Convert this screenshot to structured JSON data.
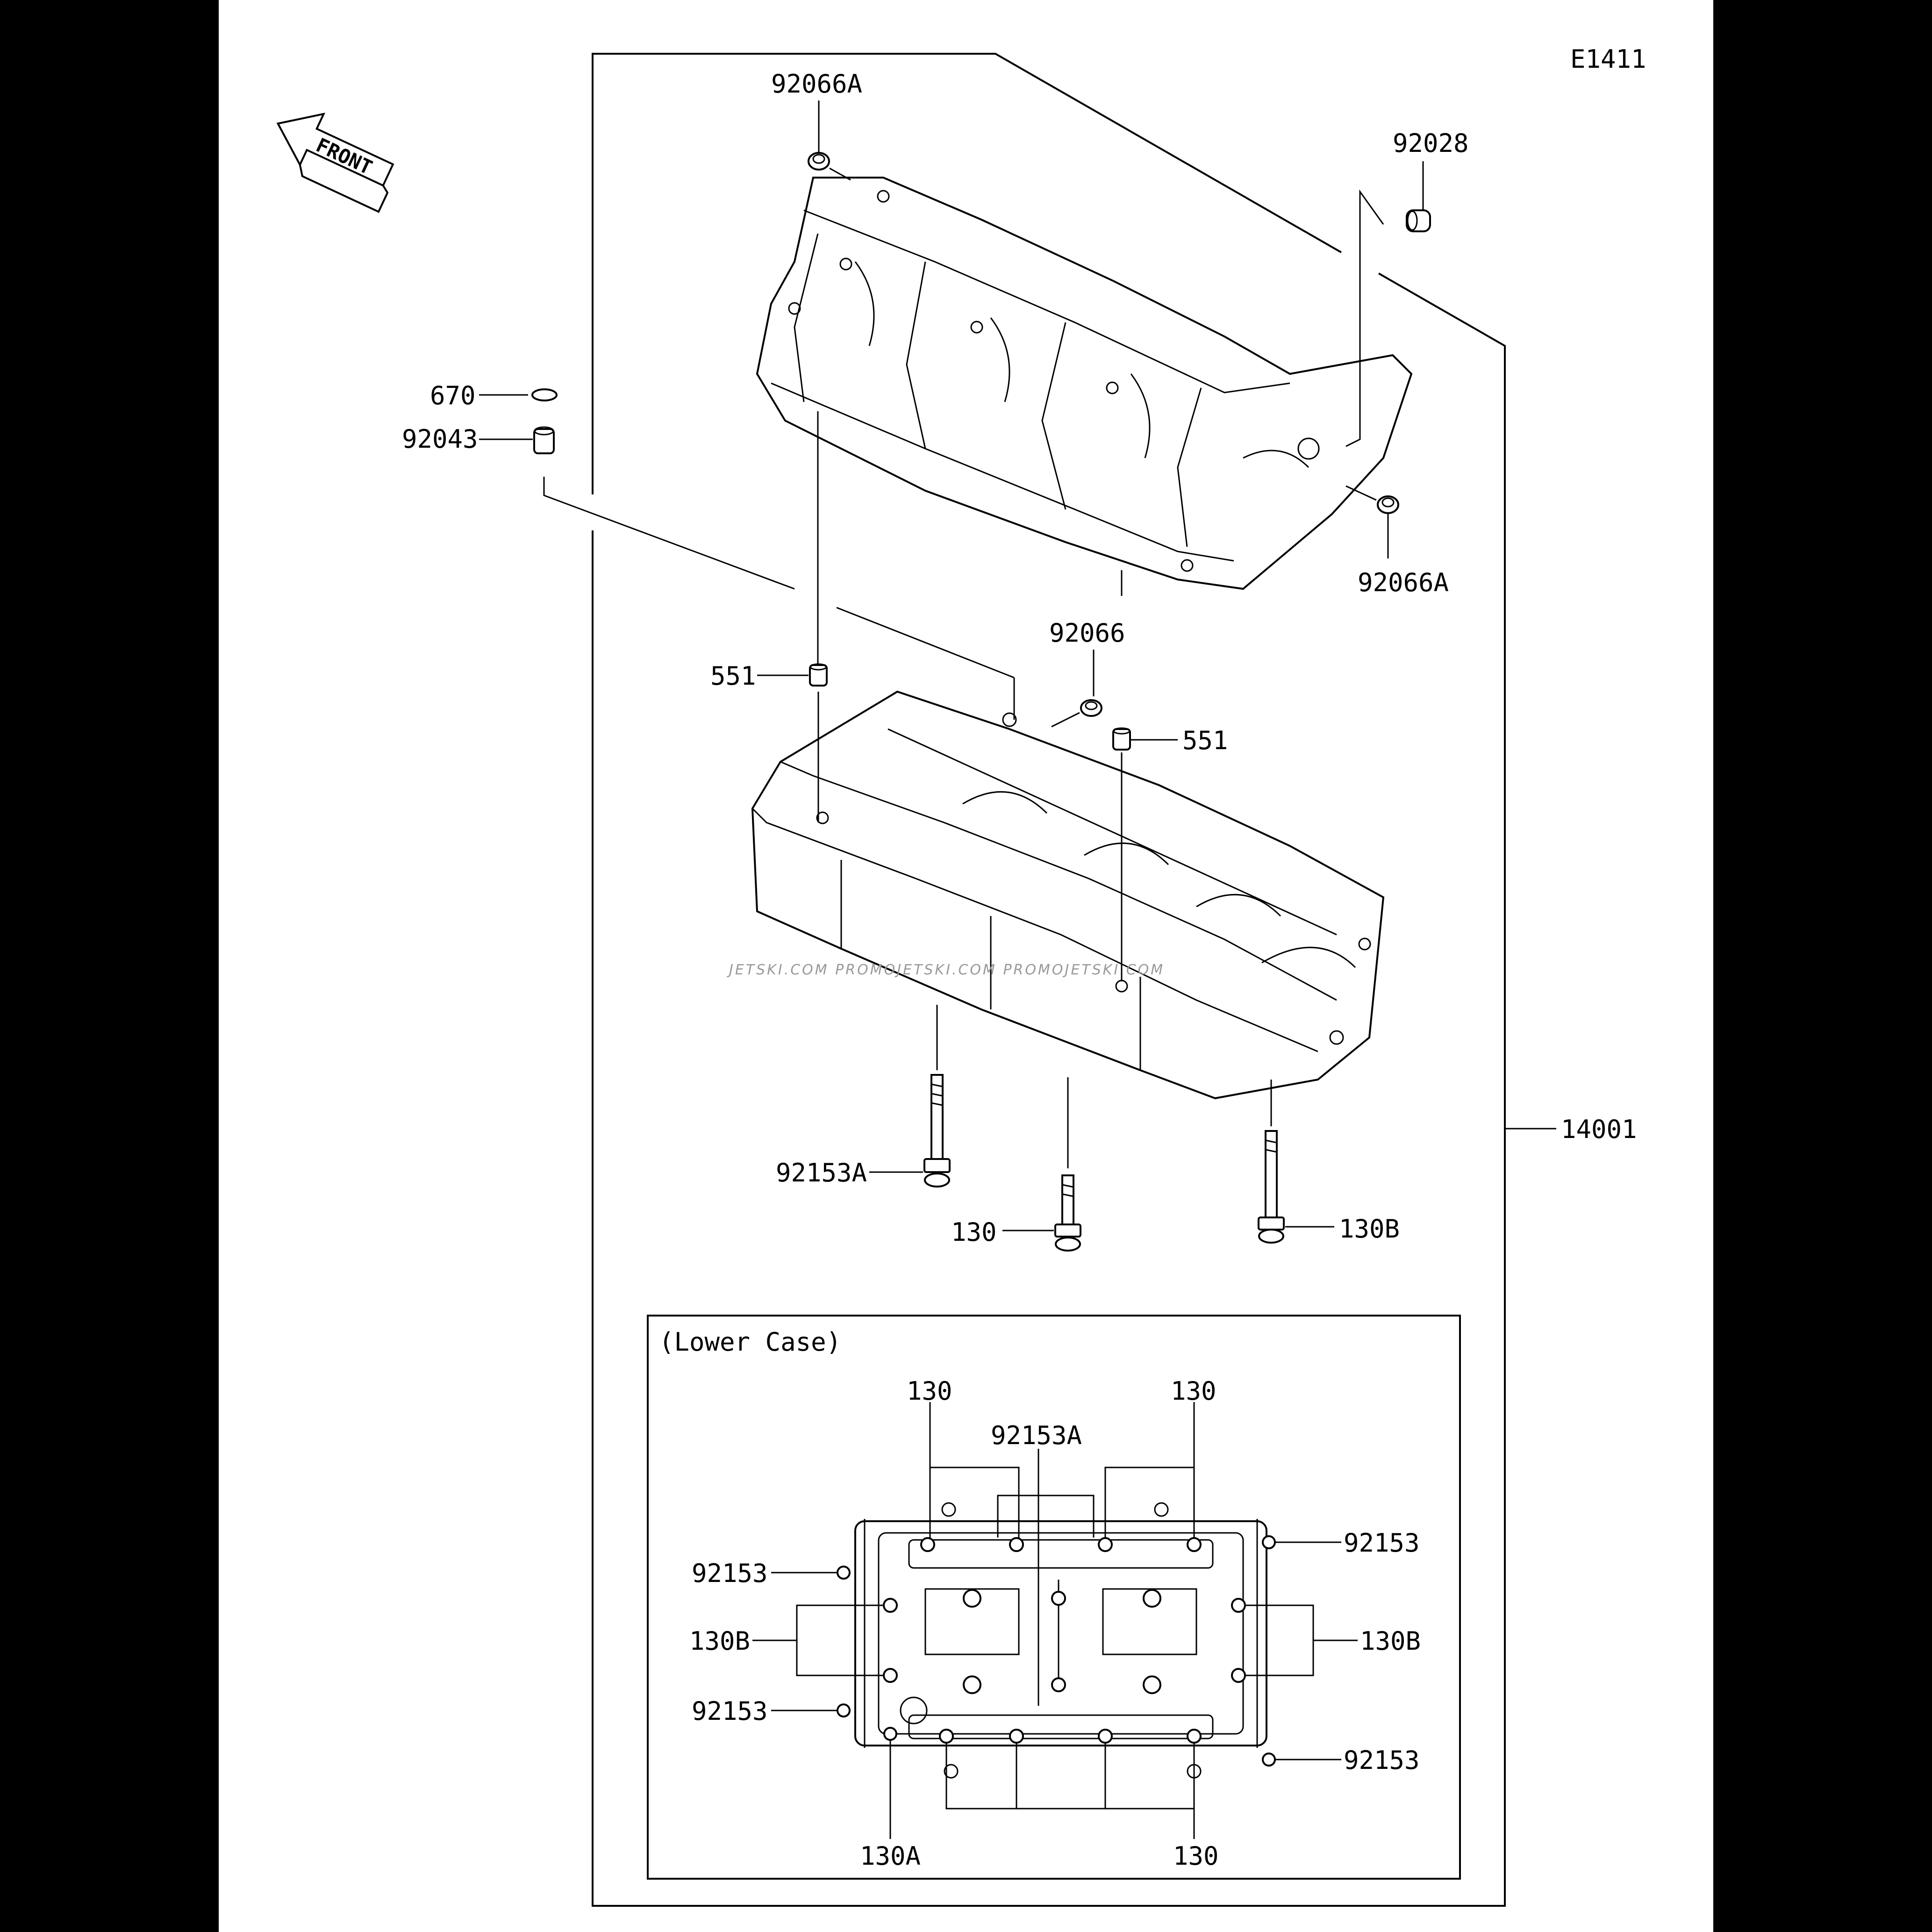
{
  "diagram_code": "E1411",
  "front_arrow_text": "FRONT",
  "inset_title": "(Lower Case)",
  "watermark": "JETSKI.COM  PROMOJETSKI.COM  PROMOJETSKI.COM",
  "labels": {
    "p92066A_top": "92066A",
    "p92028": "92028",
    "p670": "670",
    "p92043": "92043",
    "p92066A_right": "92066A",
    "p92066": "92066",
    "p551_left": "551",
    "p551_right": "551",
    "p14001": "14001",
    "p92153A": "92153A",
    "p130": "130",
    "p130B": "130B"
  },
  "inset_labels": {
    "t130_left": "130",
    "t130_right": "130",
    "t92153A": "92153A",
    "l92153_top": "92153",
    "l130B": "130B",
    "l92153_bot": "92153",
    "r92153_top": "92153",
    "r130B": "130B",
    "r92153_bot": "92153",
    "b130A": "130A",
    "b130": "130"
  }
}
